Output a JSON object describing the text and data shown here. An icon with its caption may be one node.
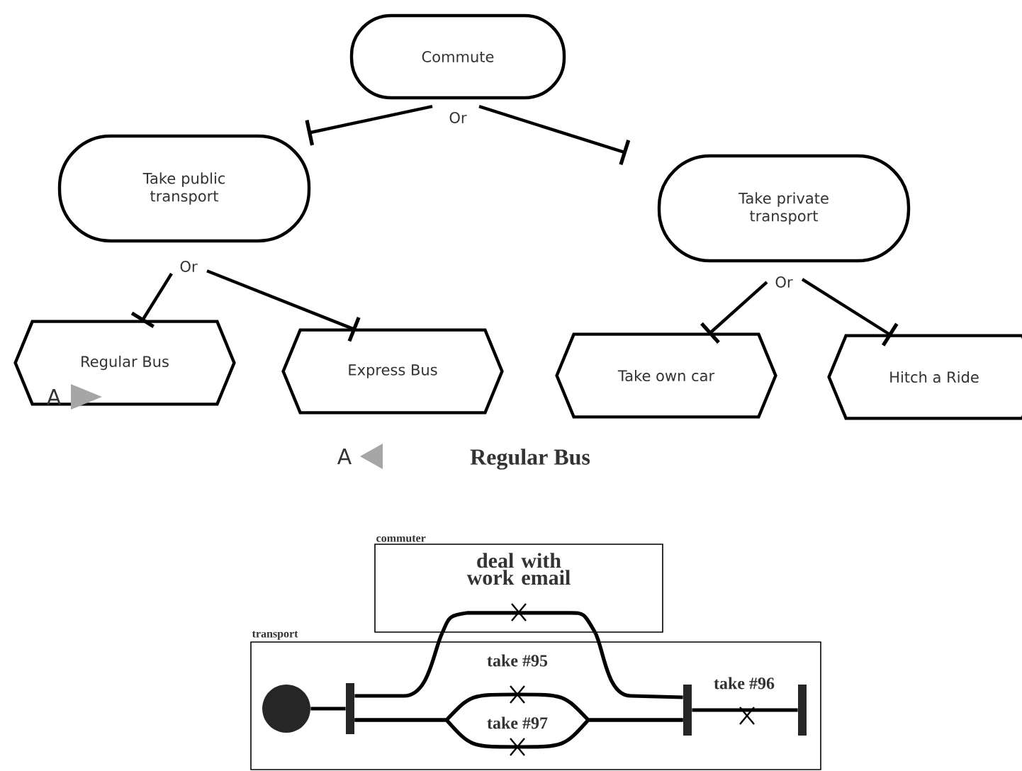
{
  "diagram": {
    "title": "Regular Bus",
    "nodes": [
      {
        "text": [
          "Commute"
        ]
      },
      {
        "text": [
          "Take public transport"
        ]
      },
      {
        "text": [
          "Take private transport"
        ]
      },
      {
        "text": [
          "Regular Bus"
        ]
      },
      {
        "text": [
          "Express Bus"
        ]
      },
      {
        "text": [
          "Take own car"
        ]
      },
      {
        "text": [
          "Hitch a Ride"
        ]
      },
      {
        "text": [
          "commuter",
          "deal with work email"
        ]
      },
      {
        "text": [
          "transport"
        ]
      },
      {
        "text": [],
        "shape": "circle",
        "in": 8
      },
      {
        "text": [],
        "shape": "bar",
        "in": 8
      },
      {
        "text": [],
        "shape": "bar",
        "in": 8
      },
      {
        "text": [],
        "shape": "bar",
        "in": 8
      }
    ],
    "edges": [
      {
        "from": 0,
        "to": 1,
        "arrow": "other"
      },
      {
        "from": 0,
        "to": 2,
        "arrow": "other"
      },
      {
        "from": 1,
        "to": 3,
        "arrow": "other"
      },
      {
        "from": 1,
        "to": 4,
        "arrow": "other"
      },
      {
        "from": 2,
        "to": 5,
        "arrow": "other"
      },
      {
        "from": 2,
        "to": 6,
        "arrow": "other"
      },
      {
        "from": 9,
        "to": 10,
        "arrow": "none"
      },
      {
        "from": 10,
        "to": 7,
        "arrow": "none"
      },
      {
        "from": 7,
        "to": 11,
        "arrow": "none"
      },
      {
        "from": 10,
        "to": 11,
        "arrow": "none",
        "label": "take #95"
      },
      {
        "from": 10,
        "to": 11,
        "arrow": "none",
        "label": "take #97"
      },
      {
        "from": 11,
        "to": 12,
        "arrow": "none",
        "label": "take #96"
      }
    ],
    "labels": [
      "Or",
      "Or",
      "Or",
      "A",
      "A"
    ]
  }
}
